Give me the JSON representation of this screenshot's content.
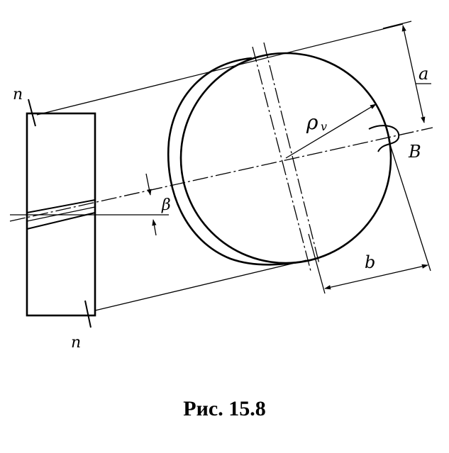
{
  "labels": {
    "n_top": "n",
    "n_bottom": "n",
    "beta": "β",
    "rho": "ρ",
    "rho_sub": "v",
    "a": "a",
    "b": "b",
    "B": "B"
  },
  "caption": "Рис. 15.8"
}
